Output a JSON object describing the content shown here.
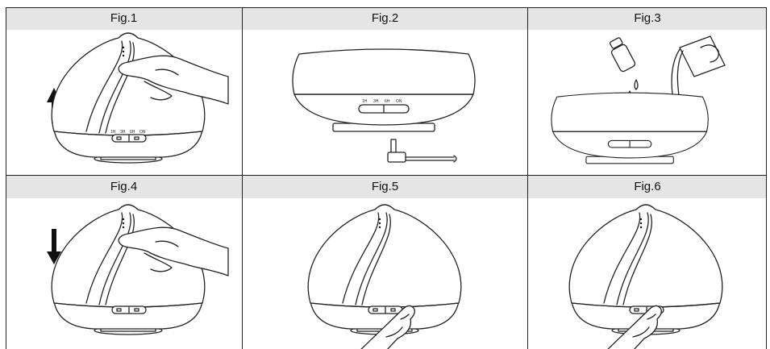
{
  "figures": [
    {
      "label": "Fig.1"
    },
    {
      "label": "Fig.2"
    },
    {
      "label": "Fig.3"
    },
    {
      "label": "Fig.4"
    },
    {
      "label": "Fig.5"
    },
    {
      "label": "Fig.6"
    }
  ],
  "panel_labels": {
    "t1": "1H",
    "t2": "3H",
    "t3": "6H",
    "t4": "ON"
  }
}
